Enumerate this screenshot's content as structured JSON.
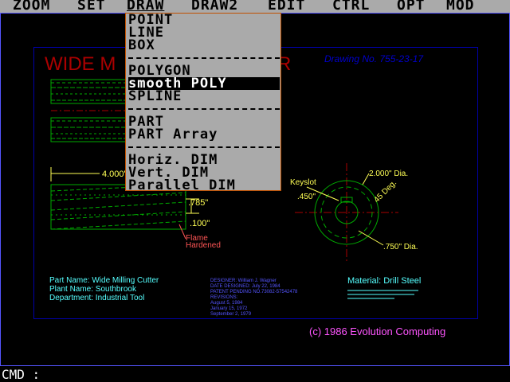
{
  "menubar": {
    "items": [
      "ZOOM",
      "SET",
      "DRAW",
      "DRAW2",
      "EDIT",
      "CTRL",
      "OPT",
      "MOD"
    ],
    "active": "DRAW"
  },
  "dropdown": {
    "items": [
      "POINT",
      "LINE",
      "BOX",
      "POLYGON",
      "smooth POLY",
      "SPLINE",
      "PART",
      "PART Array",
      "Horiz. DIM",
      "Vert. DIM",
      "Parallel DIM"
    ],
    "selected": "smooth POLY"
  },
  "drawing": {
    "title": "WIDE M",
    "title_tail": "R",
    "number": "Drawing No. 755-23-17",
    "dim_left": "4.000\"",
    "dim_785": ".785\"",
    "dim_100": ".100\"",
    "flame": "Flame",
    "hardened": "Hardened",
    "keyslot": "Keyslot",
    "dim_2000": "2.000\" Dia.",
    "dim_450": ".450\"",
    "dim_45": "45 Deg.",
    "dim_750": ".750\" Dia.",
    "part_name": "Part Name: Wide Milling Cutter",
    "plant_name": "Plant Name: Southbrook",
    "department": "Department: Industrial Tool",
    "designer": "DESIGNER: William J. Wagner",
    "date_designed": "DATE DESIGNED: July 22, 1984",
    "patent": "PATENT PENDING NO.73082-57542478",
    "revisions": "REVISIONS:",
    "rev1": "August 5, 1984",
    "rev2": "January 15, 1972",
    "rev3": "September 2, 1979",
    "material": "Material: Drill Steel",
    "copyright": "(c) 1986 Evolution Computing"
  },
  "cmd": {
    "label": "CMD :"
  },
  "colors": {
    "border": "#0000aa",
    "green": "#00aa00",
    "orange": "#ff5555",
    "cyan": "#55ffff",
    "magenta": "#ff55ff",
    "yellow": "#ffff55",
    "blue": "#5555ff"
  }
}
